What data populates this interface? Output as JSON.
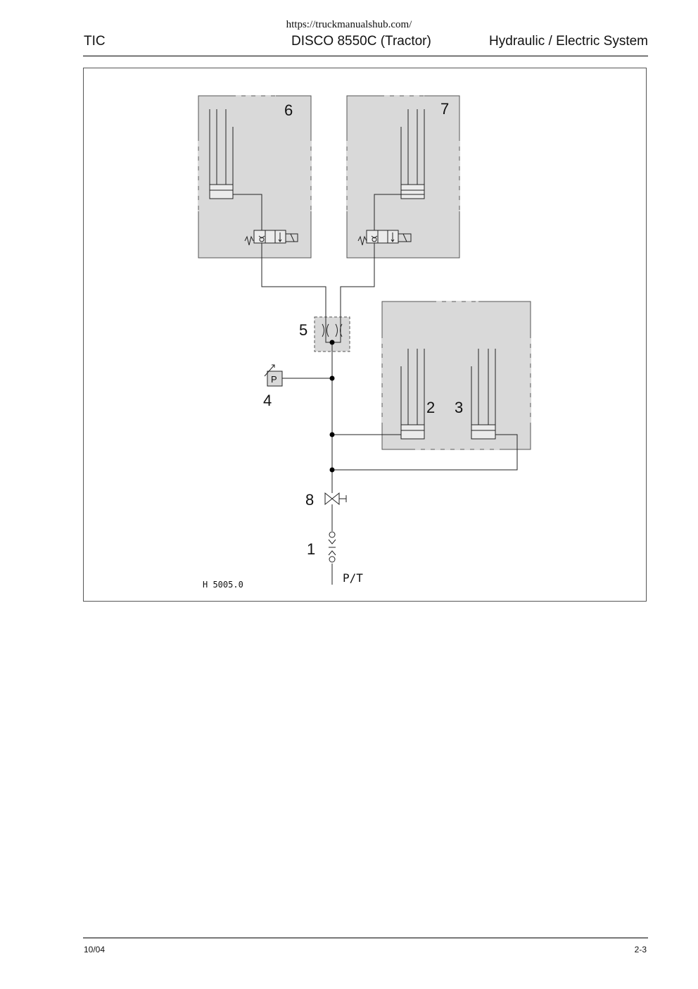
{
  "header": {
    "url": "https://truckmanualshub.com/",
    "left": "TIC",
    "center": "DISCO 8550C (Tractor)",
    "right": "Hydraulic / Electric System"
  },
  "diagram": {
    "labels": {
      "item_1": "1",
      "item_2": "2",
      "item_3": "3",
      "item_4": "4",
      "item_5": "5",
      "item_6": "6",
      "item_7": "7",
      "item_8": "8",
      "gauge": "P",
      "port": "P/T",
      "drawing_id": "H 5005.0"
    },
    "colors": {
      "box_fill": "#d9d9d9",
      "line": "#222222"
    }
  },
  "footer": {
    "date": "10/04",
    "page": "2-3"
  }
}
